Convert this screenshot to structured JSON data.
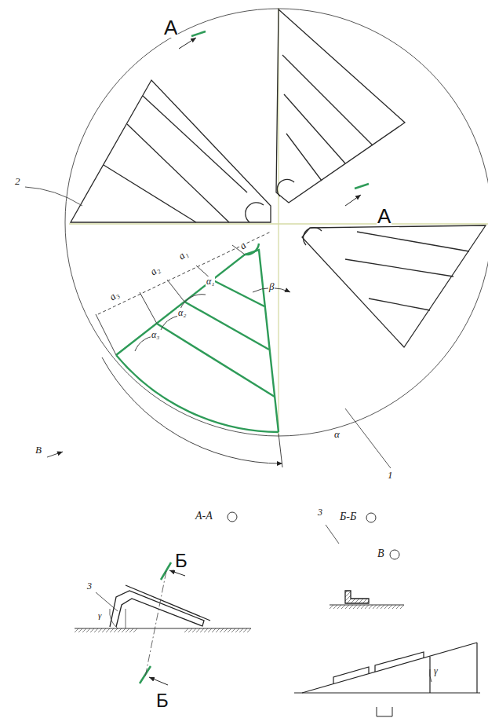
{
  "diagram": {
    "labels": [
      "А",
      "А",
      "2",
      "a",
      "a₁",
      "a₂",
      "a₃",
      "α₁",
      "α₂",
      "α₃",
      "β",
      "α",
      "В",
      "1",
      "А-А",
      "3",
      "Б",
      "Б",
      "γ",
      "Б-Б",
      "3",
      "В",
      "γ"
    ]
  }
}
